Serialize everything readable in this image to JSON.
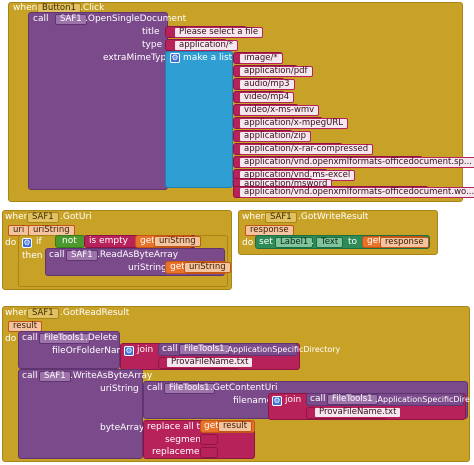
{
  "event1": {
    "when": "when",
    "component": "Button1",
    "event": ".Click"
  },
  "open_doc": {
    "call": "call",
    "component": "SAF1",
    "method": ".OpenSingleDocument",
    "title_label": "title",
    "title_value": "Please select a file",
    "type_label": "type",
    "type_value": "application/*",
    "extra_label": "extraMimeTypes",
    "make_list": "make a list",
    "mime_types": [
      "image/*",
      "application/pdf",
      "audio/mp3",
      "video/mp4",
      "video/x-ms-wmv",
      "application/x-mpegURL",
      "application/zip",
      "application/x-rar-compressed",
      "application/vnd.openxmlformats-officedocument.sp...",
      "application/vnd.ms-excel",
      "application/msword",
      "application/vnd.openxmlformats-officedocument.wo..."
    ]
  },
  "event2": {
    "when": "when",
    "component": "SAF1",
    "event": ".GotUri",
    "params": [
      "uri",
      "uriString"
    ],
    "do": "do",
    "if": "if",
    "not": "not",
    "is_empty": "is empty",
    "get": "get",
    "get_var": "uriString",
    "then": "then",
    "call": "call",
    "component2": "SAF1",
    "method": ".ReadAsByteArray",
    "arg_label": "uriString",
    "arg_var": "uriString"
  },
  "event3": {
    "when": "when",
    "component": "SAF1",
    "event": ".GotWriteResult",
    "param": "response",
    "do": "do",
    "set": "set",
    "target": "Label1",
    "prop": "Text",
    "to": "to",
    "get": "get",
    "get_var": "response"
  },
  "event4": {
    "when": "when",
    "component": "SAF1",
    "event": ".GotReadResult",
    "param": "result",
    "do": "do",
    "delete": {
      "call": "call",
      "component": "FileTools1",
      "method": ".Delete",
      "arg": "fileOrFolderName",
      "join": "join",
      "call2": "call",
      "comp2": "FileTools1",
      "method2": ".ApplicationSpecificDirectory",
      "file": "ProvaFileName.txt"
    },
    "write": {
      "call": "call",
      "component": "SAF1",
      "method": ".WriteAsByteArray",
      "arg1": "uriString",
      "call2": "call",
      "comp2": "FileTools1",
      "method2": ".GetContentUri",
      "arg2": "filename",
      "join": "join",
      "call3": "call",
      "comp3": "FileTools1",
      "method3": ".ApplicationSpecificDirectory",
      "file": "ProvaFileName.txt",
      "arg3": "byteArray",
      "replace": "replace all text",
      "get": "get",
      "get_var": "result",
      "segment": "segment",
      "replacement": "replacement"
    }
  }
}
